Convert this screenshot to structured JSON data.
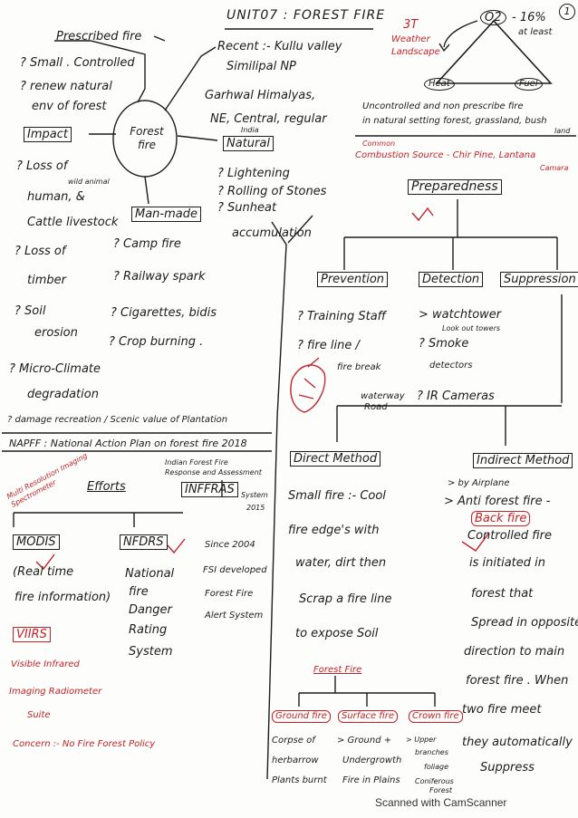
{
  "header": {
    "title": "UNIT07 : FOREST FIRE",
    "page_no": "1"
  },
  "triangle": {
    "three_t": "3T",
    "weather": "Weather",
    "landscape": "Landscape",
    "o2": "O2",
    "o2_note": "- 16%",
    "o2_note2": "at least",
    "heat": "Heat",
    "fuel": "Fuel"
  },
  "left_top": {
    "prescribed": "Prescribed fire",
    "small": "? Small . Controlled",
    "renew": "? renew natural",
    "env": "env of forest",
    "impact": "Impact"
  },
  "center": {
    "forest_fire": "Forest fire",
    "natural": "Natural",
    "man_made": "Man-made"
  },
  "recent": {
    "l1": "Recent :- Kullu valley",
    "l2": "Similipal NP",
    "l3": "Garhwal Himalyas,",
    "l4": "NE, Central, regular",
    "l5": "India"
  },
  "natural_causes": {
    "c1": "? Lightening",
    "c2": "? Rolling of Stones",
    "c3": "? Sunheat",
    "c4": "accumulation"
  },
  "man_causes": {
    "c1": "? Camp fire",
    "c2": "? Railway spark",
    "c3": "? Cigarettes, bidis",
    "c4": "? Crop burning ."
  },
  "impacts": {
    "i1": "? Loss of",
    "i1b": "wild animal",
    "i2": "human, &",
    "i3": "Cattle livestock",
    "i4": "? Loss of",
    "i5": "timber",
    "i6": "? Soil",
    "i7": "erosion",
    "i8": "? Micro-Climate",
    "i9": "degradation",
    "i10": "? damage recreation / Scenic value of Plantation"
  },
  "right_top": {
    "l1": "Uncontrolled and non prescribe fire",
    "l2": "in natural setting forest, grassland, bush",
    "l2b": "land",
    "l3": "Common",
    "l4": "Combustion Source - Chir Pine, Lantana",
    "l5": "Camara"
  },
  "preparedness": {
    "label": "Preparedness"
  },
  "pillars": {
    "prevention": "Prevention",
    "detection": "Detection",
    "suppression": "Suppression"
  },
  "prevention": {
    "p1": "? Training Staff",
    "p2": "? fire line /",
    "p3": "fire break",
    "p4": "waterway",
    "p5": "Road"
  },
  "detection": {
    "d1": "> watchtower",
    "d1b": "Look out towers",
    "d2": "? Smoke",
    "d3": "detectors",
    "d4": "? IR Cameras"
  },
  "napff": {
    "text": "NAPFF : National Action Plan on forest fire 2018"
  },
  "efforts": {
    "label": "Efforts",
    "note": "Multi Resolution Imaging Spectrometer",
    "inffras": "INFFRAS",
    "inffras_note1": "Indian Forest Fire",
    "inffras_note2": "Response and Assessment",
    "system": "System",
    "year": "2015"
  },
  "modis": {
    "label": "MODIS",
    "d1": "(Real time",
    "d2": "fire information)"
  },
  "nfdrs": {
    "label": "NFDRS",
    "d1": "National",
    "d2": "fire",
    "d3": "Danger",
    "d4": "Rating",
    "d5": "System"
  },
  "fsi": {
    "l1": "Since 2004",
    "l2": "FSI developed",
    "l3": "Forest Fire",
    "l4": "Alert System"
  },
  "viirs": {
    "label": "VIIRS",
    "d1": "Visible Infrared",
    "d2": "Imaging Radiometer",
    "d3": "Suite",
    "concern": "Concern :- No Fire Forest Policy"
  },
  "direct": {
    "label": "Direct Method",
    "l1": "Small fire :- Cool",
    "l2": "fire edge's with",
    "l3": "water, dirt then",
    "l4": "Scrap a fire line",
    "l5": "to expose Soil"
  },
  "indirect": {
    "label": "Indirect Method",
    "l1": "> by Airplane",
    "l2": "> Anti forest fire -",
    "l3": "Back fire",
    "l4": "Controlled fire",
    "l5": "is initiated in",
    "l6": "forest that",
    "l7": "Spread in opposite",
    "l8": "direction to main",
    "l9": "forest fire . When",
    "l10": "two fire meet",
    "l11": "they automatically",
    "l12": "Suppress"
  },
  "types": {
    "label": "Forest Fire",
    "ground": "Ground fire",
    "surface": "Surface fire",
    "crown": "Crown fire",
    "g1": "Corpse of",
    "g2": "herbarrow",
    "g3": "Plants burnt",
    "s1": "> Ground +",
    "s2": "Undergrowth",
    "s3": "Fire in Plains",
    "c1": "> Upper",
    "c2": "branches",
    "c3": "foliage",
    "c4": "Coniferous",
    "c5": "Forest"
  },
  "footer": {
    "scanner": "Scanned with CamScanner"
  }
}
